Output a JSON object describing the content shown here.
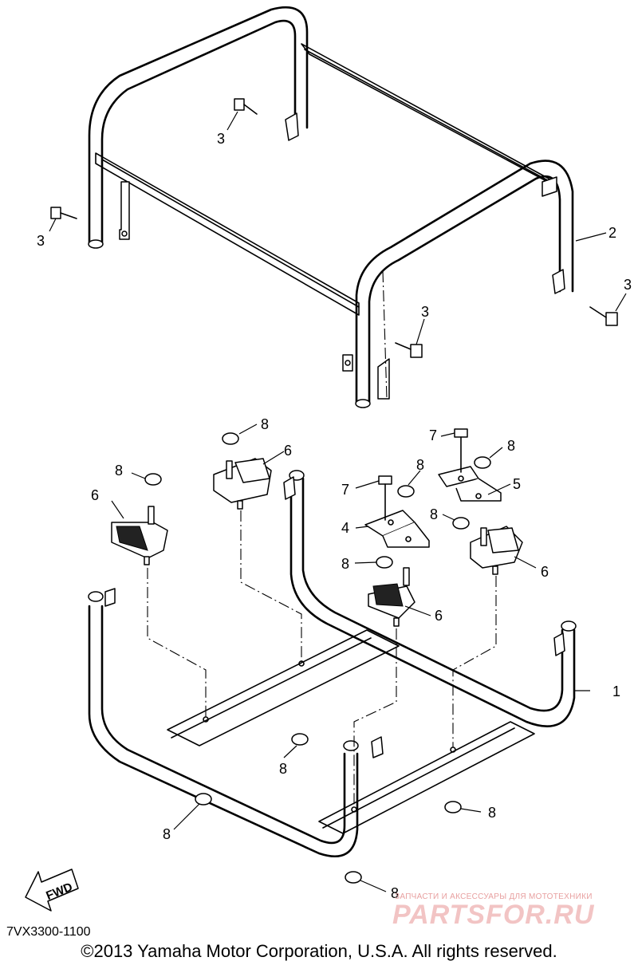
{
  "callouts": {
    "c1": "1",
    "c2": "2",
    "c3": "3",
    "c4": "4",
    "c5": "5",
    "c6": "6",
    "c7": "7",
    "c8": "8"
  },
  "fwd_label": "FWD",
  "diagram_code": "7VX3300-1100",
  "copyright": "©2013 Yamaha Motor Corporation, U.S.A. All rights reserved.",
  "watermark": {
    "tagline": "ЗАПЧАСТИ И АКСЕССУАРЫ ДЛЯ МОТОТЕХНИКИ",
    "brand": "PARTSFOR.RU"
  }
}
